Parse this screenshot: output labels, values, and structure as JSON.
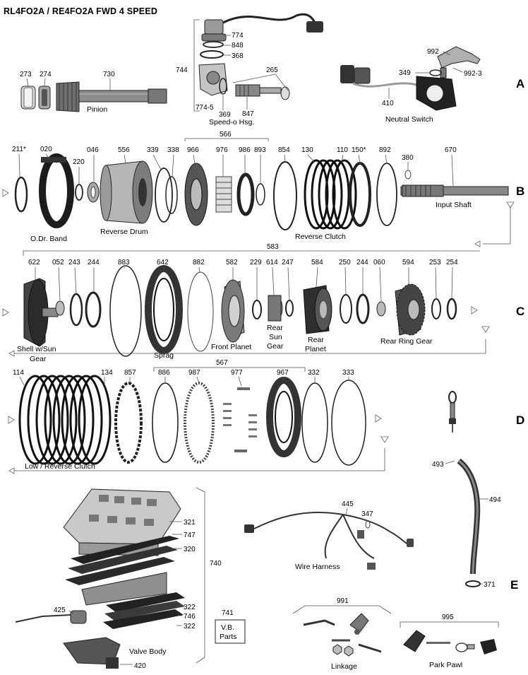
{
  "title": "RL4FO2A / RE4FO2A   FWD  4  SPEED",
  "sections": [
    "A",
    "B",
    "C",
    "D",
    "E"
  ],
  "part_numbers": {
    "p273": "273",
    "p274": "274",
    "p730": "730",
    "p744": "744",
    "p774": "774",
    "p848": "848",
    "p368": "368",
    "p265": "265",
    "p7745": "774-5",
    "p369": "369",
    "p847": "847",
    "p992": "992",
    "p349": "349",
    "p9923": "992-3",
    "p410": "410",
    "p211": "211*",
    "p020": "020",
    "p220": "220",
    "p046": "046",
    "p556": "556",
    "p339": "339",
    "p338": "338",
    "p566": "566",
    "p966": "966",
    "p976": "976",
    "p986": "986",
    "p893": "893",
    "p854": "854",
    "p130": "130",
    "p110": "110",
    "p150": "150*",
    "p892": "892",
    "p380": "380",
    "p670": "670",
    "p583": "583",
    "p622": "622",
    "p052": "052",
    "p243": "243",
    "p244a": "244",
    "p883": "883",
    "p642": "642",
    "p882": "882",
    "p582": "582",
    "p229": "229",
    "p614": "614",
    "p247": "247",
    "p584": "584",
    "p250": "250",
    "p244b": "244",
    "p060": "060",
    "p594": "594",
    "p253": "253",
    "p254": "254",
    "p114": "114",
    "p134": "134",
    "p857": "857",
    "p886": "886",
    "p987": "987",
    "p567": "567",
    "p977": "977",
    "p967": "967",
    "p332": "332",
    "p333": "333",
    "p493": "493",
    "p494": "494",
    "p371": "371",
    "p321": "321",
    "p747": "747",
    "p320": "320",
    "p740": "740",
    "p425": "425",
    "p322a": "322",
    "p746": "746",
    "p322b": "322",
    "p420": "420",
    "p741": "741",
    "p445": "445",
    "p347": "347",
    "p991": "991",
    "p995": "995"
  },
  "captions": {
    "pinion": "Pinion",
    "speedo": "Speed-o Hsg.",
    "neutral_switch": "Neutral Switch",
    "odr_band": "O.Dr. Band",
    "reverse_drum": "Reverse Drum",
    "reverse_clutch": "Reverse Clutch",
    "input_shaft": "Input Shaft",
    "shell_sun_1": "Shell  w/Sun",
    "shell_sun_2": "Gear",
    "sprag": "Sprag",
    "front_planet": "Front Planet",
    "rear_sun_1": "Rear",
    "rear_sun_2": "Sun",
    "rear_sun_3": "Gear",
    "rear_planet_1": "Rear",
    "rear_planet_2": "Planet",
    "rear_ring_gear": "Rear Ring Gear",
    "low_reverse_clutch": "Low / Reverse Clutch",
    "wire_harness": "Wire Harness",
    "valve_body": "Valve Body",
    "vb_parts_1": "V.B.",
    "vb_parts_2": "Parts",
    "linkage": "Linkage",
    "park_pawl": "Park Pawl"
  }
}
